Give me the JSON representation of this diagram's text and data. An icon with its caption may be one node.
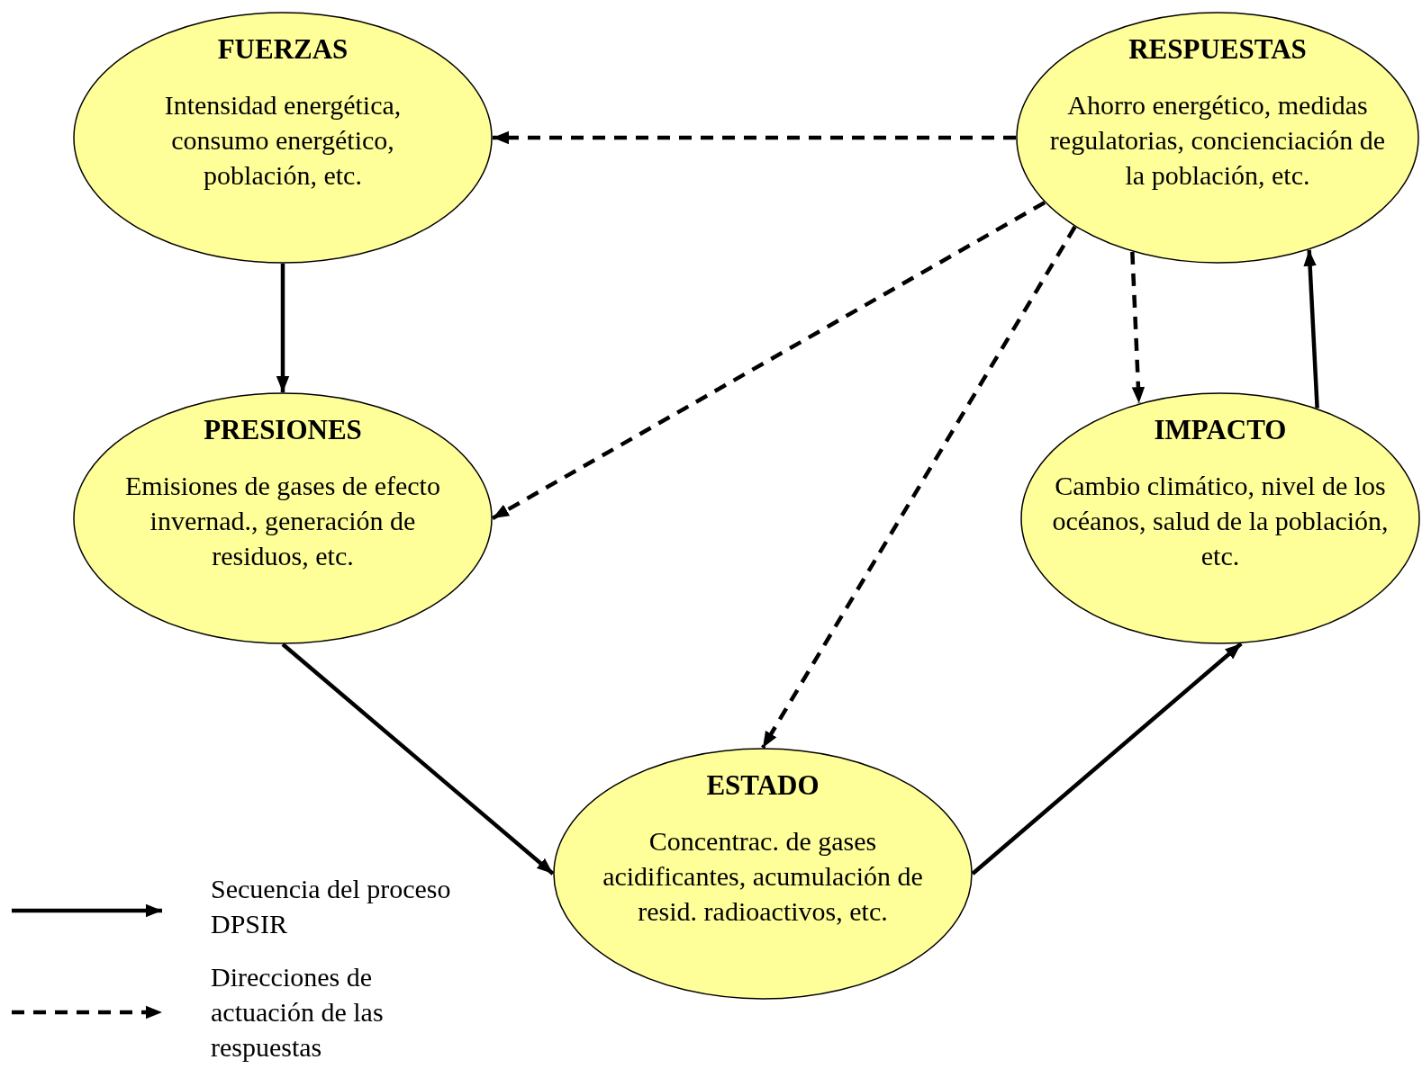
{
  "diagram": {
    "nodes": [
      {
        "text": [
          "FUERZAS",
          "Intensidad energética, consumo energético, población, etc."
        ]
      },
      {
        "text": [
          "RESPUESTAS",
          "Ahorro energético, medidas regulatorias, concienciación de la población, etc."
        ]
      },
      {
        "text": [
          "PRESIONES",
          "Emisiones de gases de efecto invernad., generación de residuos, etc."
        ]
      },
      {
        "text": [
          "IMPACTO",
          "Cambio climático, nivel de los océanos, salud de la población, etc."
        ]
      },
      {
        "text": [
          "ESTADO",
          "Concentrac. de gases acidificantes, acumulación de resid. radioactivos, etc."
        ]
      }
    ],
    "edges": [
      {
        "from": 0,
        "to": 2,
        "arrow": "to"
      },
      {
        "from": 2,
        "to": 4,
        "arrow": "to"
      },
      {
        "from": 4,
        "to": 3,
        "arrow": "to"
      },
      {
        "from": 3,
        "to": 1,
        "arrow": "to"
      },
      {
        "from": 1,
        "to": 0,
        "arrow": "to",
        "style": "dashed"
      },
      {
        "from": 1,
        "to": 2,
        "arrow": "to",
        "style": "dashed"
      },
      {
        "from": 1,
        "to": 4,
        "arrow": "to",
        "style": "dashed"
      },
      {
        "from": 1,
        "to": 3,
        "arrow": "to",
        "style": "dashed"
      }
    ],
    "legend": [
      {
        "text": "Secuencia del proceso DPSIR"
      },
      {
        "text": "Direcciones de actuación de las respuestas"
      }
    ]
  }
}
